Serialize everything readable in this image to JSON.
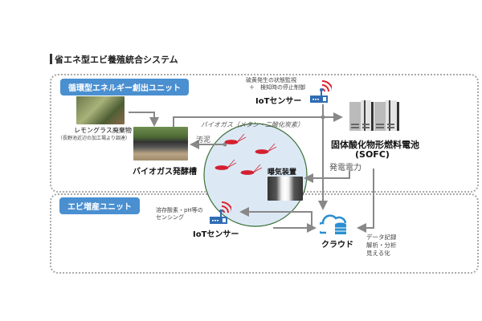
{
  "title": "省エネ型エビ養殖統合システム",
  "units": {
    "energy_unit": "循環型エネルギー創出ユニット",
    "shrimp_unit": "エビ増産ユニット"
  },
  "nodes": {
    "lemongrass": {
      "label": "レモングラス廃棄物",
      "note": "（長野池近辺の加工場より調達）"
    },
    "biogas_tank": {
      "label": "バイオガス発酵槽"
    },
    "iot_sensor_top": {
      "label": "IoTセンサー",
      "desc_line1": "硫黄発生の状態監視",
      "desc_line2": "＋　検知時の停止制御"
    },
    "sofc": {
      "label_line1": "固体酸化物形燃料電池",
      "label_line2": "(SOFC)"
    },
    "aerator": {
      "label": "曝気装置"
    },
    "iot_sensor_bottom": {
      "label": "IoTセンサー",
      "desc_line1": "溶存酸素・pH等の",
      "desc_line2": "センシング"
    },
    "cloud": {
      "label": "クラウド",
      "desc_line1": "データ記録",
      "desc_line2": "解析・分析",
      "desc_line3": "見える化"
    }
  },
  "flows": {
    "biogas": "バイオガス（メタン・二酸化炭素）",
    "sludge": "汚泥",
    "power": "発電電力"
  },
  "colors": {
    "accent_blue": "#4a8fd0",
    "arrow_gray": "#888888",
    "pond_fill": "#dce9f5",
    "pond_border": "#3b6e35",
    "shrimp_red": "#d42030",
    "signal_red": "#e0202a",
    "router_blue": "#2f6db5",
    "cloud_blue": "#2a8fd0"
  }
}
